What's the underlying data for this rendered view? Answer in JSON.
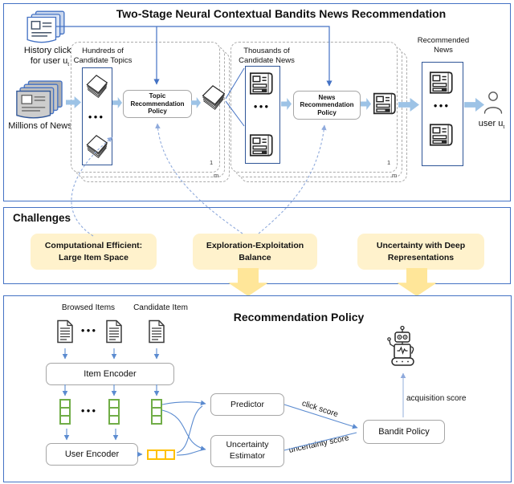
{
  "dots": "●●●",
  "colors": {
    "section_border": "#4472C4",
    "fat_arrow_blue": "#9DC3E6",
    "thin_line_blue": "#4472C4",
    "dashed_line_blue": "#8FAADC",
    "candidate_rect_border": "#2F5597",
    "rounded_box_border": "#A6A6A6",
    "challenge_fill": "#FFF2CC",
    "challenge_arrow": "#FFE699",
    "vector_green": "#70AD47",
    "vector_orange": "#FFC000"
  },
  "icons": {
    "history_stack": "stacked-news-icon",
    "millions_stack": "gray-news-stack-icon",
    "topic": "topic-stack-icon",
    "news": "newspaper-icon",
    "document": "document-icon",
    "person": "user-icon",
    "robot": "agent-robot-icon"
  },
  "top": {
    "title": "Two-Stage Neural Contextual Bandits News Recommendation",
    "history_line1": "History clicks",
    "history_line2_prefix": "for user u",
    "subscript_t": "t",
    "millions_label": "Millions of News",
    "stage1": {
      "header_line1": "Hundreds of",
      "header_line2": "Candidate Topics",
      "policy_line1": "Topic",
      "policy_line2": "Recommendation",
      "policy_line3": "Policy",
      "index_front": "1",
      "index_back": "m"
    },
    "stage2": {
      "header_line1": "Thousands of",
      "header_line2": "Candidate News",
      "policy_line1": "News",
      "policy_line2": "Recommendation",
      "policy_line3": "Policy",
      "index_front": "1",
      "index_back": "m"
    },
    "recommended_line1": "Recommended",
    "recommended_line2": "News",
    "user_label_prefix": "user u"
  },
  "challenges": {
    "heading": "Challenges",
    "boxes": [
      {
        "line1": "Computational Efficient:",
        "line2": "Large Item Space"
      },
      {
        "line1": "Exploration-Exploitation",
        "line2": "Balance"
      },
      {
        "line1": "Uncertainty with Deep",
        "line2": "Representations"
      }
    ]
  },
  "bottom": {
    "title": "Recommendation Policy",
    "browsed_label": "Browsed Items",
    "candidate_label": "Candidate Item",
    "item_encoder": "Item Encoder",
    "user_encoder": "User Encoder",
    "predictor": "Predictor",
    "uncertainty_line1": "Uncertainty",
    "uncertainty_line2": "Estimator",
    "bandit_policy": "Bandit Policy",
    "click_score": "click score",
    "uncertainty_score": "uncertainty score",
    "acquisition_score": "acquisition score"
  }
}
